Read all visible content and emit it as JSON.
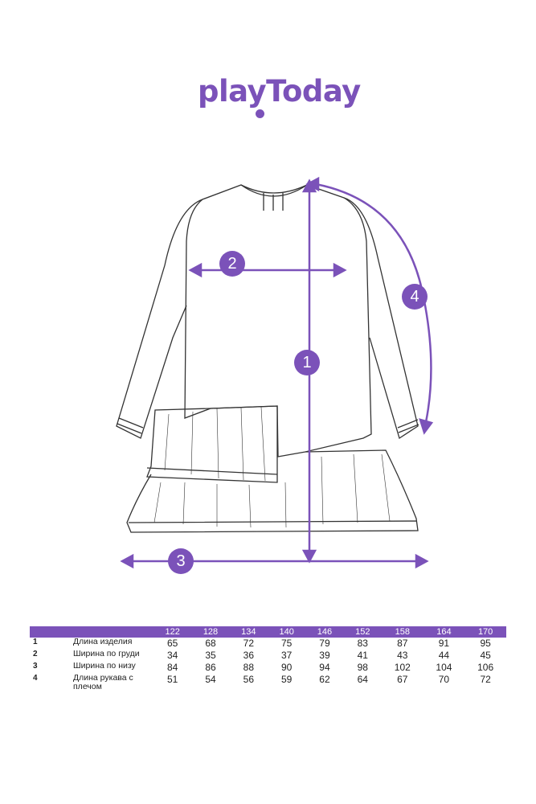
{
  "brand": {
    "logo_text": "playToday",
    "accent_color": "#7b52b9"
  },
  "markers": [
    "1",
    "2",
    "3",
    "4"
  ],
  "size_table": {
    "sizes": [
      "122",
      "128",
      "134",
      "140",
      "146",
      "152",
      "158",
      "164",
      "170"
    ],
    "rows": [
      {
        "num": "1",
        "label": "Длина изделия",
        "values": [
          "65",
          "68",
          "72",
          "75",
          "79",
          "83",
          "87",
          "91",
          "95"
        ]
      },
      {
        "num": "2",
        "label": "Ширина по груди",
        "values": [
          "34",
          "35",
          "36",
          "37",
          "39",
          "41",
          "43",
          "44",
          "45"
        ]
      },
      {
        "num": "3",
        "label": "Ширина по низу",
        "values": [
          "84",
          "86",
          "88",
          "90",
          "94",
          "98",
          "102",
          "104",
          "106"
        ]
      },
      {
        "num": "4",
        "label": "Длина рукава с плечом",
        "values": [
          "51",
          "54",
          "56",
          "59",
          "62",
          "64",
          "67",
          "70",
          "72"
        ]
      }
    ]
  }
}
